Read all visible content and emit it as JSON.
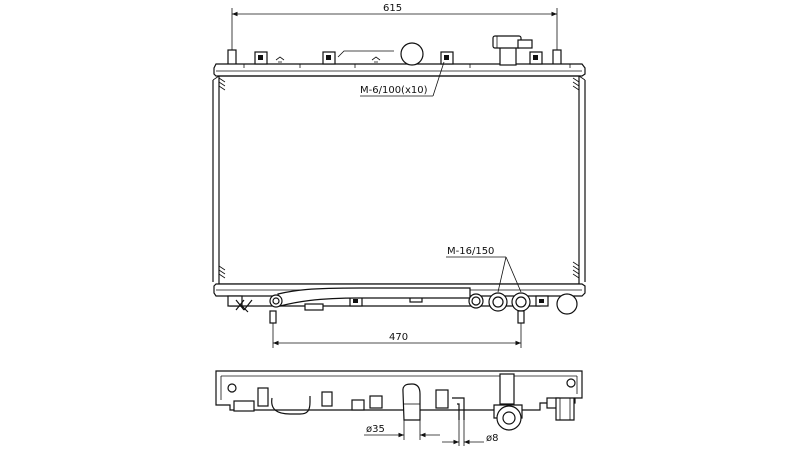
{
  "drawing": {
    "dim_top_width": "615",
    "dim_bottom_width": "470",
    "label_mounting_small": "M-6/100(x10)",
    "label_mounting_large": "M-16/150",
    "label_diameter_inlet": "ø35",
    "label_diameter_small": "ø8"
  },
  "colors": {
    "line": "#111111",
    "background": "#ffffff"
  }
}
